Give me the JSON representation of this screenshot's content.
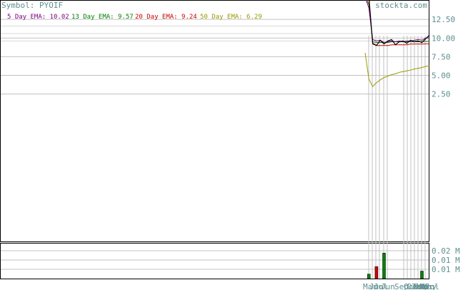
{
  "header": {
    "symbol_text": "Symbol: PYOIF",
    "watermark": "stockta.com"
  },
  "legend": [
    {
      "label": "5 Day EMA: 10.02",
      "color": "#800080"
    },
    {
      "label": "13 Day EMA: 9.57",
      "color": "#008000"
    },
    {
      "label": "20 Day EMA: 9.24",
      "color": "#cc0000"
    },
    {
      "label": "50 Day EMA: 6.29",
      "color": "#999900"
    }
  ],
  "colors": {
    "frame": "#000000",
    "grid": "#c0c0c0",
    "axis_text": "#5f8f8f",
    "price": "#000000",
    "volume_up": "#008000",
    "volume_down": "#cc0000"
  },
  "chart_data": {
    "type": "line",
    "price_axis": {
      "ticks": [
        2.5,
        5.0,
        7.5,
        10.0,
        12.5
      ],
      "tick_labels": [
        "2.50",
        "5.00",
        "7.50",
        "10.00",
        "12.50"
      ],
      "top_value": 15.0
    },
    "series": [
      {
        "name": "5 Day EMA",
        "color": "#800080",
        "values": [
          15.5,
          14.0,
          9.8,
          9.6,
          9.7,
          9.4,
          9.5,
          9.6,
          9.5,
          9.6,
          9.5,
          9.6,
          9.6,
          9.7,
          9.8,
          9.7,
          10.0,
          10.02
        ]
      },
      {
        "name": "13 Day EMA",
        "color": "#008000",
        "values": [
          15.5,
          14.5,
          9.5,
          9.4,
          9.4,
          9.4,
          9.4,
          9.5,
          9.5,
          9.5,
          9.5,
          9.5,
          9.5,
          9.5,
          9.5,
          9.5,
          9.55,
          9.57
        ]
      },
      {
        "name": "20 Day EMA",
        "color": "#cc0000",
        "values": [
          15.5,
          15.0,
          9.2,
          9.0,
          9.0,
          9.0,
          9.0,
          9.1,
          9.1,
          9.1,
          9.1,
          9.1,
          9.2,
          9.2,
          9.2,
          9.2,
          9.22,
          9.24
        ]
      },
      {
        "name": "50 Day EMA",
        "color": "#999900",
        "values": [
          8.0,
          4.5,
          3.5,
          4.0,
          4.4,
          4.7,
          4.9,
          5.1,
          5.2,
          5.4,
          5.5,
          5.6,
          5.7,
          5.85,
          5.95,
          6.05,
          6.2,
          6.29
        ]
      },
      {
        "name": "Price",
        "color": "#000000",
        "values": [
          16.0,
          15.5,
          9.3,
          9.0,
          9.7,
          9.2,
          9.6,
          9.8,
          9.1,
          9.5,
          9.6,
          9.3,
          9.7,
          9.5,
          9.6,
          9.4,
          9.9,
          10.4
        ]
      }
    ],
    "volume_axis": {
      "tick_labels": [
        "0.02 M",
        "0.01 M",
        "0.01 M"
      ]
    },
    "volume": [
      {
        "bar": 1,
        "value": 0.003,
        "up": true
      },
      {
        "bar": 3,
        "value": 0.008,
        "up": false
      },
      {
        "bar": 5,
        "value": 0.017,
        "up": true
      },
      {
        "bar": 15,
        "value": 0.005,
        "up": true
      }
    ],
    "x_axis": {
      "labels": [
        "Mar",
        "Jun",
        "Jul",
        "Jun",
        "Sep",
        "Oct",
        "Dec",
        "Jan",
        "Feb",
        "Mar",
        "Apr",
        "May",
        "Jul"
      ]
    }
  }
}
